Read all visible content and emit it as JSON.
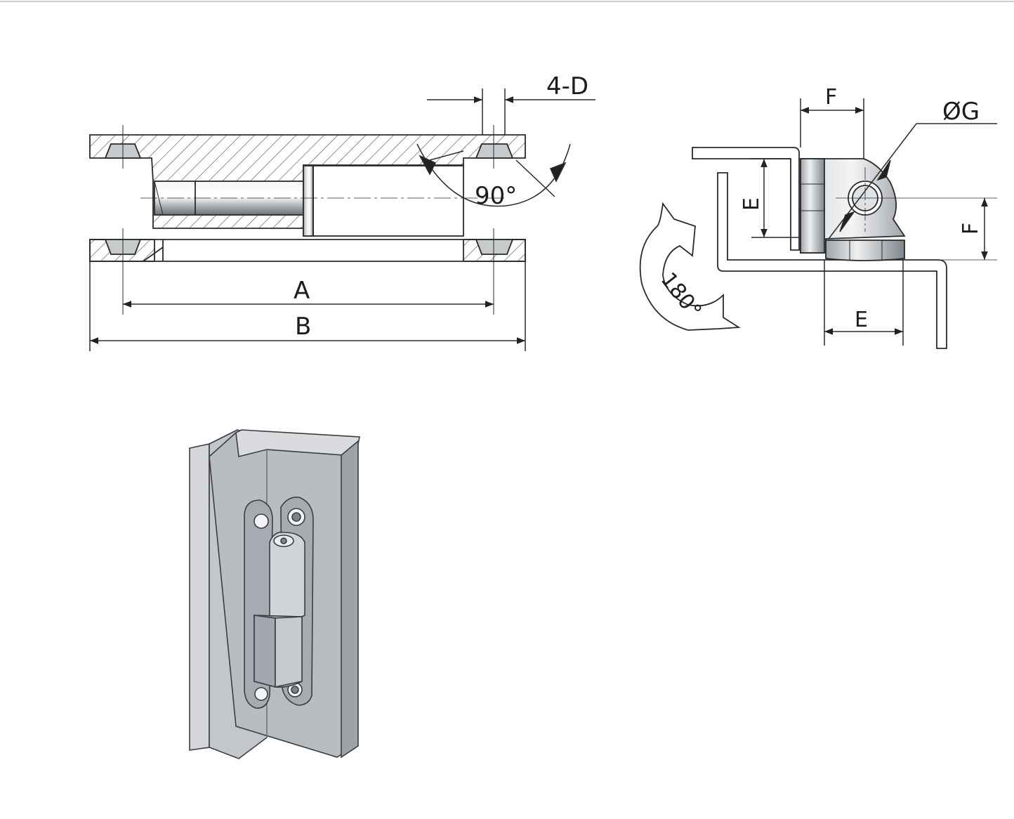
{
  "labels": {
    "top_view": {
      "dim_a": "A",
      "dim_b": "B",
      "dim_holes": "4-D",
      "angle": "90°"
    },
    "side_view": {
      "dim_f_top": "F",
      "dim_g": "ØG",
      "dim_e_left": "E",
      "dim_f_right": "F",
      "dim_e_bottom": "E",
      "rotation": "180°"
    }
  },
  "colors": {
    "line": "#2a2a2a",
    "hatch": "#555555",
    "panel_fill": "#b8bcc2",
    "panel_dark": "#9ea3aa",
    "metal_light": "#e6e8ea",
    "metal_mid": "#c9ccd0",
    "metal_dark": "#8e939a"
  }
}
